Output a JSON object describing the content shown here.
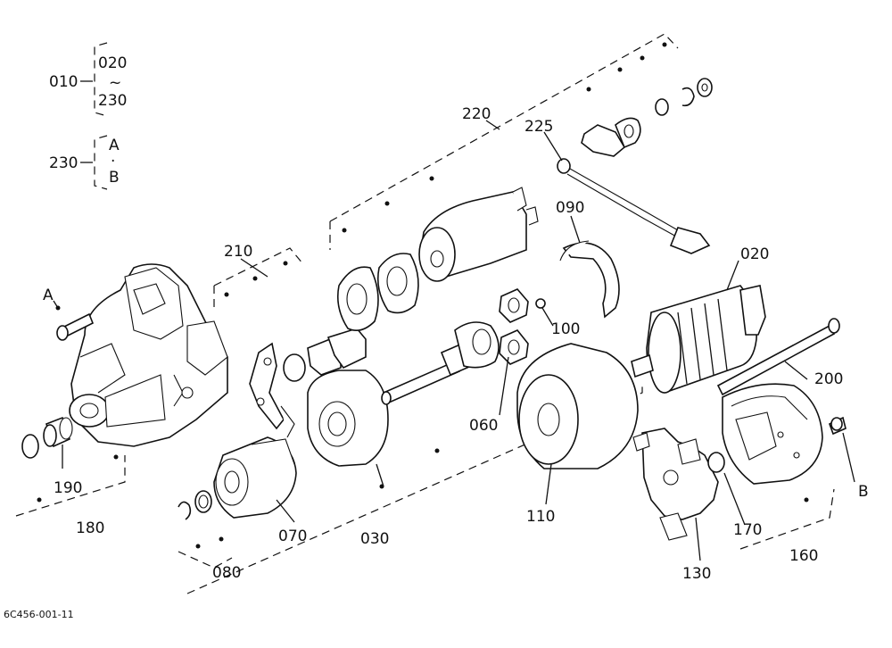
{
  "diagram": {
    "reference_code": "6C456-001-11",
    "legend": {
      "set_010": {
        "label": "010",
        "range_start": "020",
        "range_symbol": "~",
        "range_end": "230"
      },
      "set_230": {
        "label": "230",
        "item_a": "A",
        "separator": "·",
        "item_b": "B"
      }
    },
    "callouts": {
      "c020": "020",
      "c030": "030",
      "c060": "060",
      "c070": "070",
      "c080": "080",
      "c090": "090",
      "c100": "100",
      "c110": "110",
      "c130": "130",
      "c160": "160",
      "c170": "170",
      "c180": "180",
      "c190": "190",
      "c200": "200",
      "c210": "210",
      "c220": "220",
      "c225": "225",
      "cA": "A",
      "cB": "B"
    },
    "parts": [
      "front-housing",
      "pinion-gear-070",
      "gear-060",
      "armature-020",
      "yoke-110",
      "brush-holder-130",
      "rear-cover-160",
      "bushing-170",
      "bushing-190",
      "through-bolt-200",
      "lever-210",
      "magnetic-switch-220",
      "lead-wire-225",
      "packing-090",
      "ball-100",
      "internal-gear-030",
      "snap-ring-080"
    ]
  }
}
